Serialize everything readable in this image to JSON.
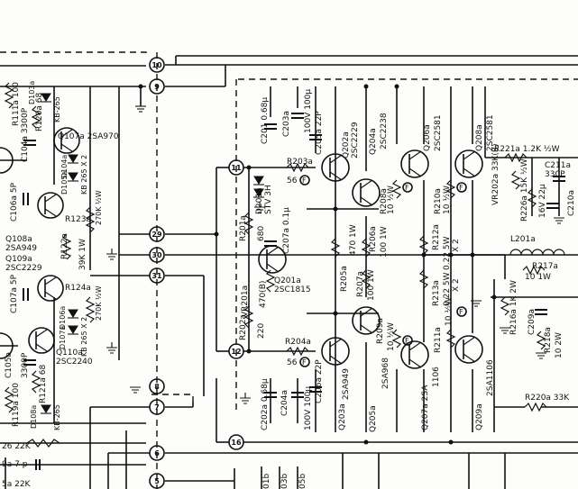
{
  "terminals": [
    "10",
    "9",
    "11",
    "29",
    "30",
    "31",
    "12",
    "8",
    "7",
    "16",
    "6",
    "5"
  ],
  "left_labels": {
    "r111a": "R111a 100",
    "c104a": "C104a 3300P",
    "r120a": "R120a 68",
    "d103a": "D103a",
    "kb265_top": "KB-265",
    "q107a": "Q107a 2SA970",
    "d104a": "D104a",
    "d105a": "D105a",
    "kb265x2_top": "KB 265 X 2",
    "c106a": "C106a 5P",
    "r123a": "R123a",
    "r123a_val": "270K ½W",
    "q108a": "Q108a",
    "q108a_type": "2SA949",
    "q109a": "Q109a",
    "q109a_type": "2SC2229",
    "r122a": "R122a",
    "r122a_val": "39K 1W",
    "c107a": "C107a 5P",
    "r124a": "R124a",
    "r124a_val": "270K ½W",
    "d106a": "D106a",
    "d107a": "D107a",
    "kb265x2_bot": "KB 265 X 2",
    "c105a": "C105a",
    "c105a_val": "3300P",
    "r121a": "R121a 68",
    "q110a": "Q110a",
    "q110a_type": "2SC2240",
    "r119a": "R119a 100",
    "d108a": "D108a",
    "kb265_bot": "KB-265",
    "r26": "26  22K",
    "c9a": "9a  7 p",
    "r5a": "5a  22K"
  },
  "mid_labels": {
    "c201": "C201 0.68μ",
    "c203a": "C203a",
    "c203a_val": "100V 100μ",
    "c205a": "C205a 22P",
    "r203a": "R203a",
    "r203a_val": "56",
    "f": "F",
    "d201a": "D201a",
    "stv": "STV 3H",
    "r201a": "R201a",
    "r201a_val": "680",
    "c207a": "C207a 0.1μ",
    "q201a": "Q201a",
    "q201a_type": "2SC1815",
    "vr201a": "VR201a",
    "vr201a_val": "470(B)",
    "r202a": "R202a",
    "r202a_val": "220",
    "r204a": "R204a",
    "r204a_val": "56",
    "c202a": "C202a 0.68μ",
    "c204a": "C204a",
    "c204a_val": "100V 100μ",
    "c206a": "C206a 22P",
    "q202a": "Q202a",
    "q202a_type": "2SC2229",
    "q203a": "Q203a",
    "q203a_type": "2SA949",
    "q204a": "Q204a",
    "q204a_type": "2SC2238",
    "q205a": "Q205a",
    "q205a_type": "2SA968",
    "r205a": "R205a",
    "r205a_val": "470 1W",
    "r206a": "R206a",
    "r206a_val": "100 1W",
    "r207a": "R207a",
    "r207a_val": "100 1W",
    "r208a": "R208a",
    "r208a_val": "10 ½W",
    "r209a": "R209a",
    "r209a_val": "10 ½W"
  },
  "right_labels": {
    "q206a": "Q206a",
    "q206a_type": "2SC2581",
    "q207a": "Q207a 2SA",
    "q207a_type": "1106",
    "q208a": "Q208a",
    "q208a_type": "2SC2581",
    "q209a": "Q209a",
    "q209a_type": "2SA1106",
    "r210a": "R210a",
    "r210a_val": "10 ½W",
    "r211a": "R211a",
    "r211a_val": "10 ½W",
    "r212a": "R212a",
    "r212a_val": "0.22 5W",
    "r212a_x2": "X 2",
    "r213a": "R213a",
    "r213a_val": "0.22 5W",
    "r213a_x2": "X 2",
    "vr202a": "VR202a 33K(B)",
    "r221a": "R221a 1.2K ½W",
    "c211a": "C211a",
    "c211a_val": "330P",
    "c210a": "C210a",
    "r226a": "R226a 15K ½W",
    "c226a": "16V 22μ",
    "l201a": "L201a",
    "r217a": "R217a",
    "r217a_val": "10 1W",
    "r216a": "R216a 1K 2W",
    "c209a": "C209a",
    "r218a": "R218a",
    "r218a_val": "10 2W",
    "r220a": "R220a  33K"
  },
  "bottom_labels": {
    "b1": "01b",
    "b2": "03b",
    "b3": "05b"
  }
}
